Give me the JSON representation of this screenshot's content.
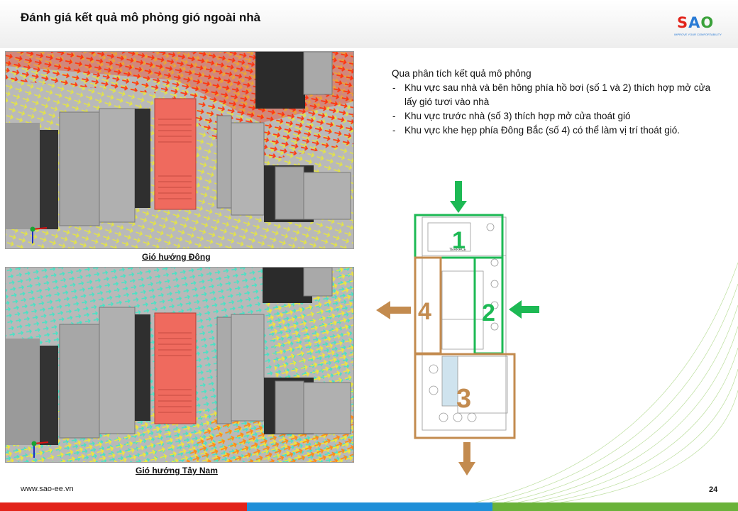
{
  "header": {
    "title": "Đánh giá kết quả mô phỏng gió ngoài nhà"
  },
  "logo": {
    "mark_s": "S",
    "mark_a": "A",
    "mark_o": "O",
    "tagline": "IMPROVE YOUR COMFORTABILITY"
  },
  "panels": [
    {
      "caption": "Gió hướng Đông"
    },
    {
      "caption": "Gió hướng Tây Nam"
    }
  ],
  "analysis": {
    "intro": "Qua phân tích kết quả mô phỏng",
    "points": [
      "Khu vực sau nhà và bên hông phía hồ bơi (số 1 và 2) thích hợp mở cửa lấy gió tươi vào nhà",
      "Khu vực trước nhà (số 3) thích hợp mở cửa thoát gió",
      "Khu vực khe hẹp phía Đông Bắc (số 4) có thể làm vị trí thoát gió."
    ]
  },
  "plan": {
    "zones": [
      {
        "label": "1",
        "color": "#1db954"
      },
      {
        "label": "2",
        "color": "#1db954"
      },
      {
        "label": "3",
        "color": "#c38b4f"
      },
      {
        "label": "4",
        "color": "#c38b4f"
      }
    ],
    "terrace_label": "TERRACE"
  },
  "footer": {
    "url": "www.sao-ee.vn",
    "page": "24"
  },
  "colors": {
    "inflow": "#1db954",
    "outflow": "#c38b4f",
    "brand_red": "#e2231a",
    "brand_blue": "#1f8fd8",
    "brand_green": "#6ab23a"
  }
}
